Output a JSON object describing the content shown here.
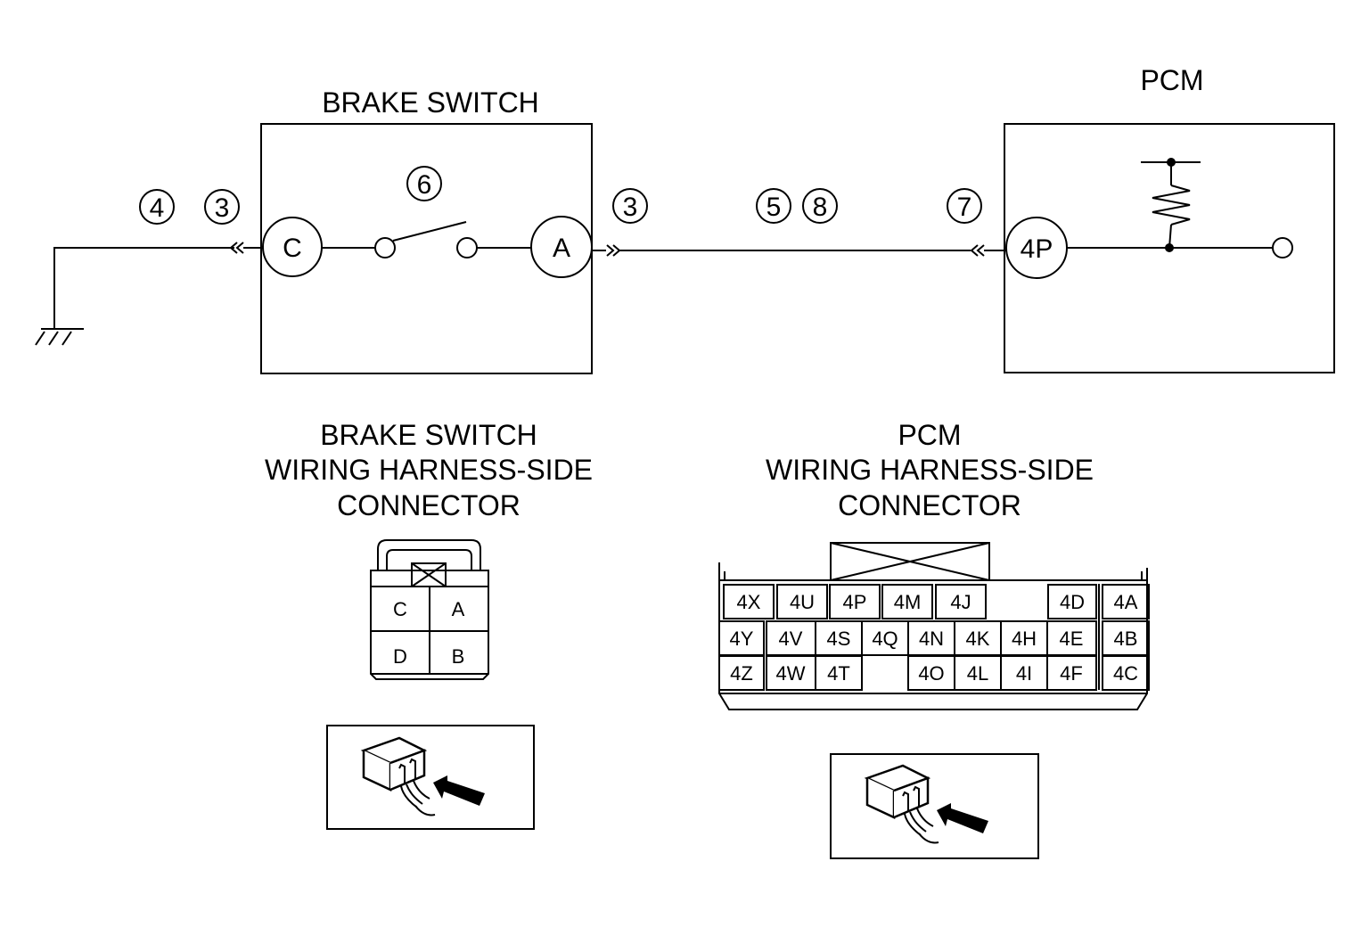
{
  "titles": {
    "brake_switch": "BRAKE SWITCH",
    "pcm": "PCM"
  },
  "terminals": {
    "brake_c": "C",
    "brake_a": "A",
    "pcm_4p": "4P"
  },
  "callouts": {
    "left_a": "4",
    "left_b": "3",
    "switch": "6",
    "right_a": "3",
    "mid_a": "5",
    "mid_b": "8",
    "pcm_side": "7"
  },
  "brake_connector": {
    "title_lines": [
      "BRAKE SWITCH",
      "WIRING HARNESS-SIDE",
      "CONNECTOR"
    ],
    "pins": [
      "C",
      "A",
      "D",
      "B"
    ]
  },
  "pcm_connector": {
    "title_lines": [
      "PCM",
      "WIRING HARNESS-SIDE",
      "CONNECTOR"
    ],
    "row1": [
      "4X",
      "4U",
      "4P",
      "4M",
      "4J",
      "4D",
      "4A"
    ],
    "row2": [
      "4Y",
      "4V",
      "4S",
      "4Q",
      "4N",
      "4K",
      "4H",
      "4E",
      "4B"
    ],
    "row3": [
      "4Z",
      "4W",
      "4T",
      "4O",
      "4L",
      "4I",
      "4F",
      "4C"
    ]
  }
}
